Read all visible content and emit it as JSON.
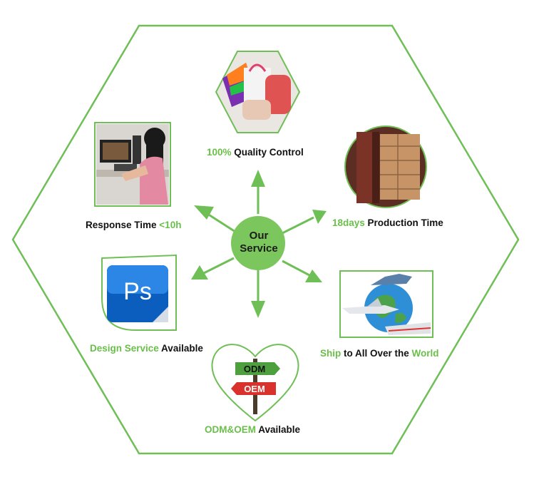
{
  "center": {
    "line1": "Our",
    "line2": "Service"
  },
  "items": [
    {
      "id": "quality",
      "highlight": "100%",
      "text": " Quality Control",
      "highlight_first": true
    },
    {
      "id": "production",
      "highlight": "18days",
      "text": " Production Time",
      "highlight_first": true
    },
    {
      "id": "shipping",
      "highlight": "Ship",
      "text": " to All Over the ",
      "highlight2": "World",
      "highlight_first": true
    },
    {
      "id": "odm",
      "highlight": "ODM&OEM",
      "text": " Available",
      "highlight_first": true
    },
    {
      "id": "design",
      "highlight": "Design Service",
      "text": " Available",
      "highlight_first": true
    },
    {
      "id": "response",
      "highlight": "<10h",
      "text": "Response Time ",
      "highlight_first": false
    }
  ],
  "signs": {
    "top": "ODM",
    "bottom": "OEM"
  },
  "ps_logo": "Ps",
  "colors": {
    "accent": "#6abf4b",
    "arrow": "#6fbf57",
    "circle": "#7cc65e",
    "odm_sign": "#4e9f3d",
    "oem_sign": "#d9312b"
  },
  "icons": [
    "photo-quality-bags",
    "photo-container-boxes",
    "photo-plane-ship-train",
    "heart-signpost-icon",
    "photoshop-icon",
    "photo-office-worker"
  ]
}
